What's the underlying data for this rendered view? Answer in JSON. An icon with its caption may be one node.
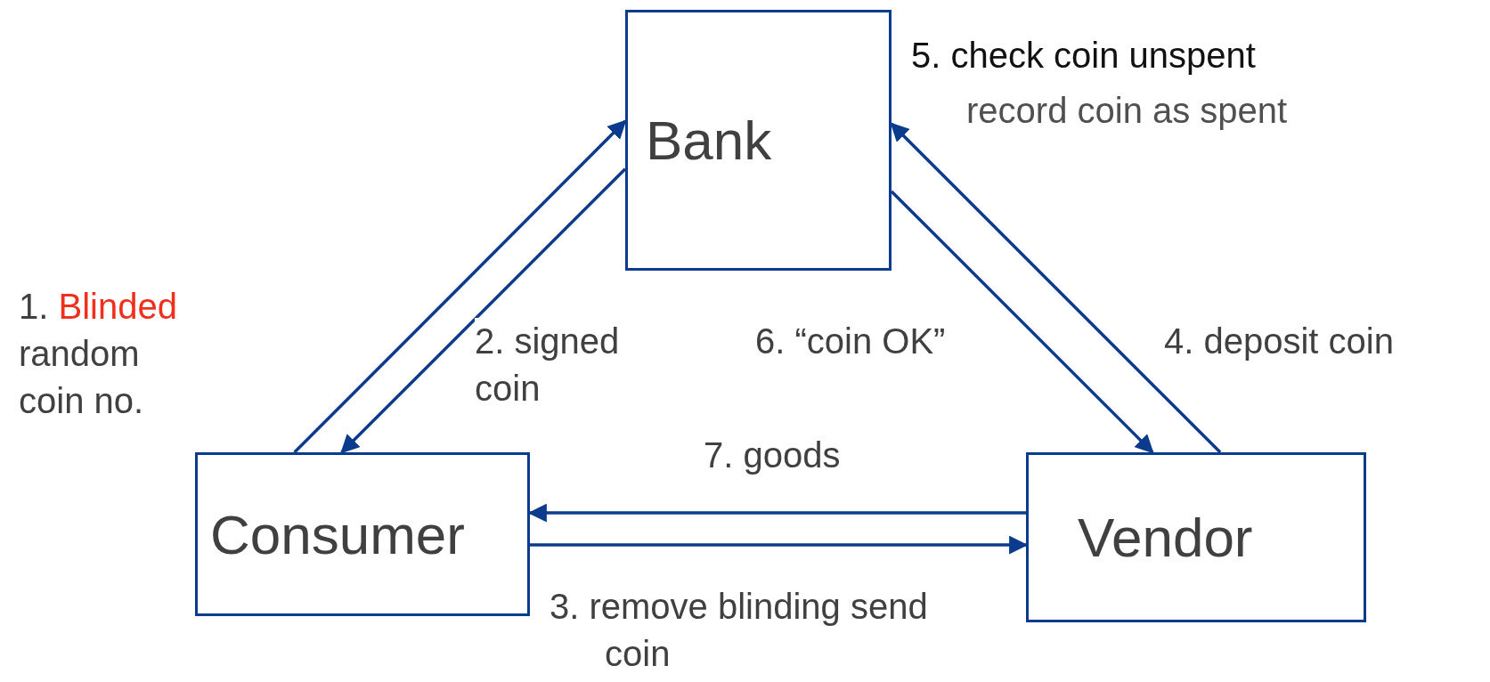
{
  "diagram": {
    "nodes": [
      {
        "text": [
          "Bank"
        ],
        "beside": [
          "5. check coin unspent",
          "record coin as spent"
        ]
      },
      {
        "text": [
          "Consumer"
        ]
      },
      {
        "text": [
          "Vendor"
        ]
      }
    ],
    "edges": [
      {
        "from": 1,
        "to": 0,
        "arrow": "to",
        "label": "1. Blinded random coin no."
      },
      {
        "from": 0,
        "to": 1,
        "arrow": "to",
        "label": "2. signed coin"
      },
      {
        "from": 1,
        "to": 2,
        "arrow": "to",
        "label": "3. remove blinding send coin"
      },
      {
        "from": 2,
        "to": 0,
        "arrow": "to",
        "label": "4. deposit coin"
      },
      {
        "from": 0,
        "to": 2,
        "arrow": "to",
        "label": "6. “coin OK”"
      },
      {
        "from": 2,
        "to": 1,
        "arrow": "to",
        "label": "7. goods"
      }
    ]
  }
}
